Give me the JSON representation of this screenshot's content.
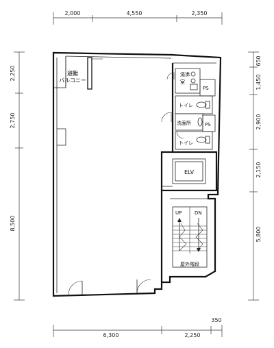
{
  "top_dims": [
    "2,000",
    "4,550",
    "2,350"
  ],
  "bottom_dims": [
    "6,300",
    "2,250",
    "350"
  ],
  "left_dims": [
    "2,250",
    "2,750",
    "8,500"
  ],
  "right_dims": [
    "650",
    "1,450",
    "2,900",
    "2,150",
    "5,800"
  ],
  "rooms": {
    "evac_balcony_line1": "避難",
    "evac_balcony_line2": "バルコニー",
    "water_heater_line1": "湯沸",
    "water_heater_line2": "室",
    "ps_upper": "PS",
    "ps_lower": "PS",
    "toilet_upper": "トイレ",
    "toilet_lower": "トイレ",
    "washroom": "洗面所",
    "elevator": "ELV",
    "stair_up": "UP",
    "stair_down": "DN",
    "outdoor_stairs": "屋外階段"
  }
}
